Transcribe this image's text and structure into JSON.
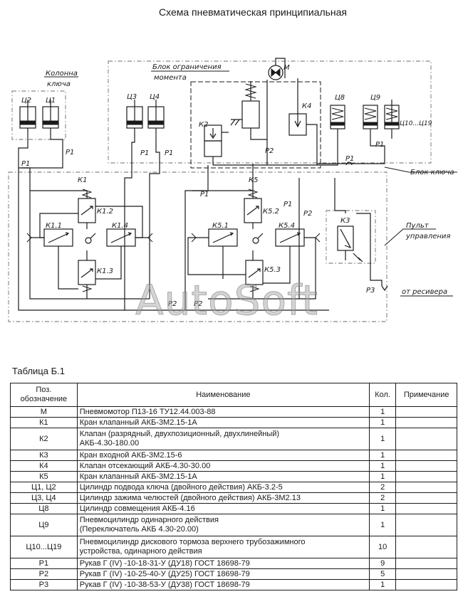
{
  "title": "Схема пневматическая принципиальная",
  "diagram": {
    "zone_labels": {
      "column": [
        "Колонна",
        "ключа"
      ],
      "torque": [
        "Блок ограничения",
        "момента"
      ],
      "key_block": "Блок ключа",
      "control_panel": [
        "Пульт",
        "управления"
      ],
      "receiver": "от ресивера"
    },
    "components": {
      "c2": "Ц2",
      "c1": "Ц1",
      "c3": "Ц3",
      "c4": "Ц4",
      "c8": "Ц8",
      "c9": "Ц9",
      "c10_19": "Ц10...Ц19",
      "k4": "К4",
      "k2": "К2",
      "motor": "М",
      "k3": "К3",
      "k1": "К1",
      "k12": "К1.2",
      "k11": "К1.1",
      "k14": "К1.4",
      "k13": "К1.3",
      "k5": "К5",
      "k52": "К5.2",
      "k51": "К5.1",
      "k54": "К5.4",
      "k53": "К5.3"
    },
    "hoses": {
      "p1": "Р1",
      "p2": "Р2",
      "p3": "Р3"
    }
  },
  "watermark": "AutoSoft",
  "table": {
    "caption": "Таблица Б.1",
    "headers": {
      "pos": [
        "Поз.",
        "обозначение"
      ],
      "name": "Наименование",
      "qty": "Кол.",
      "note": "Примечание"
    },
    "rows": [
      {
        "pos": "М",
        "name": [
          "Пневмомотор П13-16  ТУ12.44.003-88"
        ],
        "qty": "1",
        "note": ""
      },
      {
        "pos": "К1",
        "name": [
          "Кран клапанный АКБ-3М2.15-1А"
        ],
        "qty": "1",
        "note": ""
      },
      {
        "pos": "К2",
        "name": [
          "Клапан (разрядный, двухпозиционный, двухлинейный)",
          "АКБ-4.30-180.00"
        ],
        "qty": "1",
        "note": ""
      },
      {
        "pos": "К3",
        "name": [
          "Кран входной АКБ-3М2.15-6"
        ],
        "qty": "1",
        "note": ""
      },
      {
        "pos": "К4",
        "name": [
          "Клапан отсекающий  АКБ-4.30-30.00"
        ],
        "qty": "1",
        "note": ""
      },
      {
        "pos": "К5",
        "name": [
          "Кран клапанный АКБ-3М2.15-1А"
        ],
        "qty": "1",
        "note": ""
      },
      {
        "pos": "Ц1, Ц2",
        "name": [
          "Цилиндр подвода ключа (двойного действия)  АКБ-3.2-5"
        ],
        "qty": "2",
        "note": ""
      },
      {
        "pos": "Ц3, Ц4",
        "name": [
          "Цилиндр зажима челюстей (двойного действия)  АКБ-3М2.13"
        ],
        "qty": "2",
        "note": ""
      },
      {
        "pos": "Ц8",
        "name": [
          "Цилиндр совмещения  АКБ-4.16"
        ],
        "qty": "1",
        "note": ""
      },
      {
        "pos": "Ц9",
        "name": [
          "Пневмоцилиндр одинарного действия",
          "(Переключатель АКБ 4.30-20.00)"
        ],
        "qty": "1",
        "note": ""
      },
      {
        "pos": "Ц10...Ц19",
        "name": [
          "Пневмоцилиндр дискового тормоза верхнего трубозажимного",
          "устройства, одинарного действия"
        ],
        "qty": "10",
        "note": ""
      },
      {
        "pos": "Р1",
        "name": [
          "Рукав Г (IV) -10-18-31-У (ДУ18)  ГОСТ 18698-79"
        ],
        "qty": "9",
        "note": ""
      },
      {
        "pos": "Р2",
        "name": [
          "Рукав Г (IV) -10-25-40-У (ДУ25)  ГОСТ 18698-79"
        ],
        "qty": "5",
        "note": ""
      },
      {
        "pos": "Р3",
        "name": [
          "Рукав Г (IV) -10-38-53-У (ДУ38)  ГОСТ 18698-79"
        ],
        "qty": "1",
        "note": ""
      }
    ]
  }
}
